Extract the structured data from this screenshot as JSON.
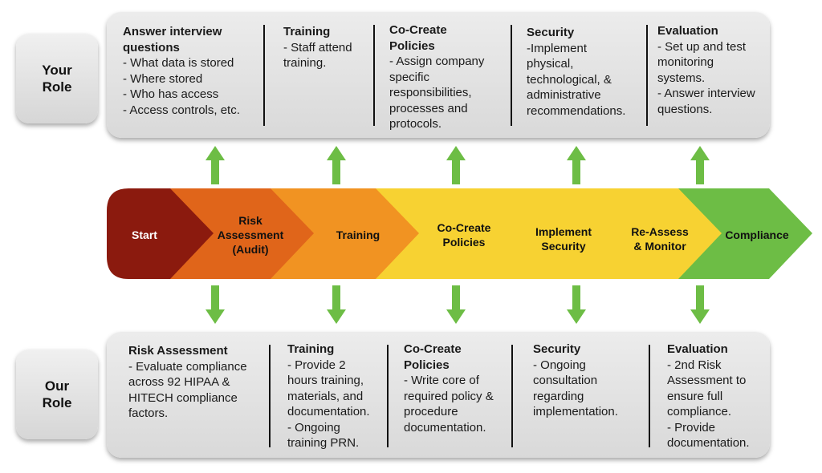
{
  "your_role": {
    "label_lines": [
      "Your",
      "Role"
    ],
    "columns": [
      {
        "head_lines": [
          "Answer interview",
          "questions"
        ],
        "lines": [
          "- What data is stored",
          "- Where stored",
          "- Who has access",
          "- Access controls, etc."
        ]
      },
      {
        "head_lines": [
          "Training"
        ],
        "lines": [
          "- Staff attend",
          "training."
        ]
      },
      {
        "head_lines": [
          "Co-Create",
          "Policies"
        ],
        "lines": [
          "- Assign company",
          "specific",
          "responsibilities,",
          "processes and",
          "protocols."
        ]
      },
      {
        "head_lines": [
          "Security"
        ],
        "lines": [
          "-Implement",
          "physical,",
          "technological, &",
          "administrative",
          "recommendations."
        ]
      },
      {
        "head_lines": [
          "Evaluation"
        ],
        "lines": [
          "- Set up and test",
          "monitoring",
          "systems.",
          "",
          "- Answer interview",
          "questions."
        ]
      }
    ]
  },
  "our_role": {
    "label_lines": [
      "Our",
      "Role"
    ],
    "columns": [
      {
        "head_lines": [
          "Risk Assessment"
        ],
        "lines": [
          "- Evaluate compliance",
          "across 92 HIPAA &",
          "HITECH compliance",
          "factors."
        ]
      },
      {
        "head_lines": [
          "Training"
        ],
        "lines": [
          "- Provide 2",
          "hours training,",
          "materials, and",
          "documentation.",
          "- Ongoing",
          "training PRN."
        ]
      },
      {
        "head_lines": [
          "Co-Create",
          "Policies"
        ],
        "lines": [
          "- Write core of",
          "required policy &",
          "procedure",
          "documentation."
        ]
      },
      {
        "head_lines": [
          "Security"
        ],
        "lines": [
          "- Ongoing",
          "consultation",
          "regarding",
          "implementation."
        ]
      },
      {
        "head_lines": [
          "Evaluation"
        ],
        "lines": [
          "- 2nd Risk",
          "Assessment to",
          "ensure full",
          "compliance.",
          "- Provide",
          "documentation."
        ]
      }
    ]
  },
  "stages": [
    {
      "lines": [
        "Start"
      ],
      "color": "#8b1a0e",
      "text_color": "#ffffff"
    },
    {
      "lines": [
        "Risk",
        "Assessment",
        "(Audit)"
      ],
      "color": "#e0651a",
      "text_color": "#111111"
    },
    {
      "lines": [
        "Training"
      ],
      "color": "#f19322",
      "text_color": "#111111"
    },
    {
      "lines": [
        "Co-Create",
        "Policies"
      ],
      "color": "#f7d232",
      "text_color": "#111111"
    },
    {
      "lines": [
        "Implement",
        "Security"
      ],
      "color": "#f7d232",
      "text_color": "#111111"
    },
    {
      "lines": [
        "Re-Assess",
        "& Monitor"
      ],
      "color": "#f7d232",
      "text_color": "#111111"
    },
    {
      "lines": [
        "Compliance"
      ],
      "color": "#6dbd45",
      "text_color": "#111111"
    }
  ],
  "colors": {
    "arrow_green": "#6dbd45",
    "panel": "#e3e3e3",
    "divider": "#111111"
  },
  "icons": [
    "up-arrow-icon",
    "down-arrow-icon"
  ]
}
